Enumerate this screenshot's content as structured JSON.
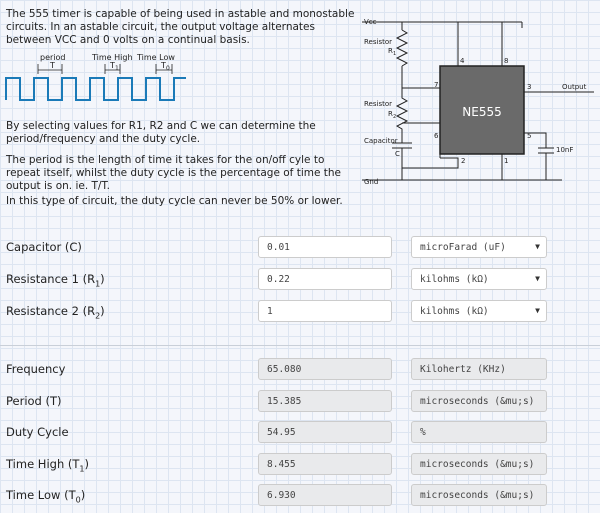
{
  "intro": {
    "p1": "The 555 timer is capable of being used in astable and monostable circuits. In an astable circuit, the output voltage alternates between VCC and 0 volts on a continual basis.",
    "p2": "By selecting values for R1, R2 and C we can determine the period/frequency and the duty cycle.",
    "p3": "The period is the length of time it takes for the on/off cyle to repeat itself, whilst the duty cycle is the percentage of time the output is on. ie. T/T.",
    "p4": "In this type of circuit, the duty cycle can never be 50% or lower."
  },
  "waveform": {
    "period_label": "period",
    "period_sym": "T",
    "high_label": "Time High",
    "high_sym": "T",
    "high_sub": "1",
    "low_label": "Time Low",
    "low_sym": "T",
    "low_sub": "0"
  },
  "circuit": {
    "vcc": "Vcc",
    "resistor1": "Resistor",
    "r1": "R",
    "r1_sub": "1",
    "resistor2": "Resistor",
    "r2": "R",
    "r2_sub": "2",
    "capacitor": "Capacitor",
    "c": "C",
    "gnd": "Gnd",
    "chip": "NE555",
    "output": "Output",
    "cap2": "10nF",
    "pins": [
      "4",
      "8",
      "7",
      "3",
      "6",
      "5",
      "2",
      "1"
    ]
  },
  "inputs": [
    {
      "label": "Capacitor (C)",
      "value": "0.01",
      "unit": "microFarad (uF)"
    },
    {
      "label": "Resistance 1 (R",
      "sub": "1",
      "tail": ")",
      "value": "0.22",
      "unit": "kilohms (kΩ)"
    },
    {
      "label": "Resistance 2 (R",
      "sub": "2",
      "tail": ")",
      "value": "1",
      "unit": "kilohms (kΩ)"
    }
  ],
  "outputs": [
    {
      "label": "Frequency",
      "value": "65.080",
      "unit": "Kilohertz (KHz)"
    },
    {
      "label": "Period (T)",
      "value": "15.385",
      "unit": "microseconds (&mu;s)"
    },
    {
      "label": "Duty Cycle",
      "value": "54.95",
      "unit": "%"
    },
    {
      "label": "Time High (T",
      "sub": "1",
      "tail": ")",
      "value": "8.455",
      "unit": "microseconds (&mu;s)"
    },
    {
      "label": "Time Low (T",
      "sub": "0",
      "tail": ")",
      "value": "6.930",
      "unit": "microseconds (&mu;s)"
    }
  ]
}
